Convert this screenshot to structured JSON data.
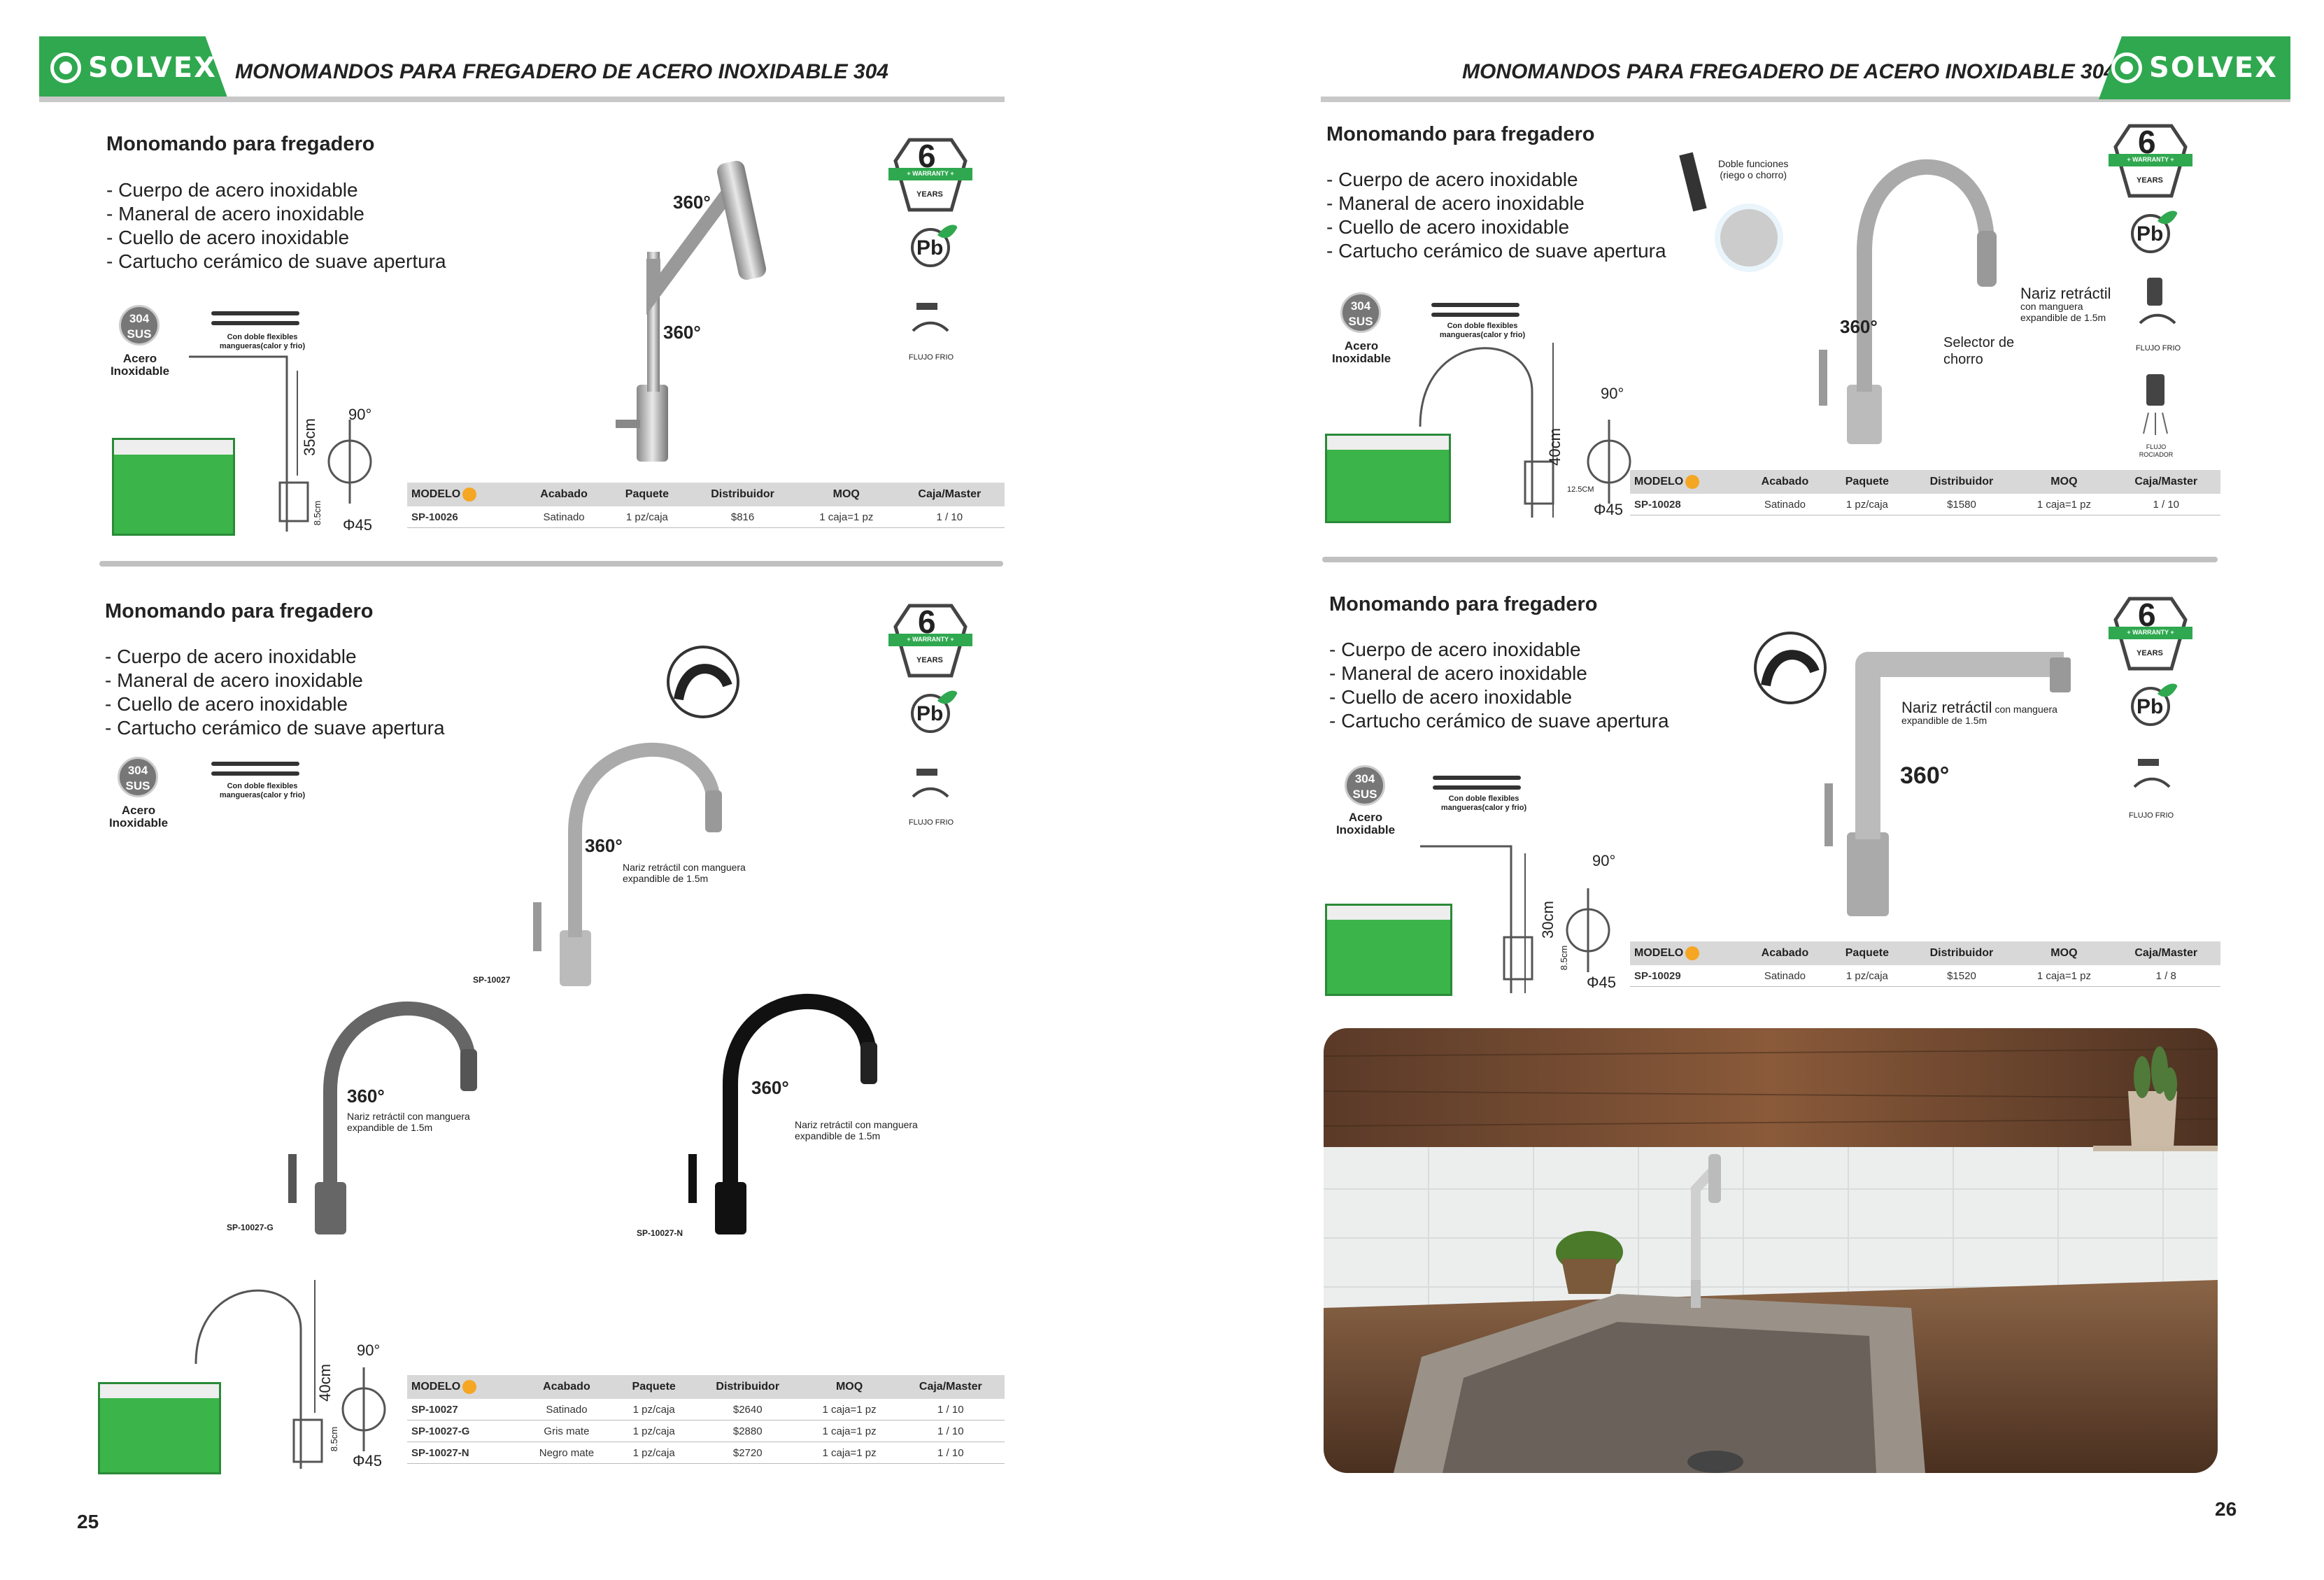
{
  "brand": "SOLVEX",
  "header_title": "MONOMANDOS PARA FREGADERO DE ACERO INOXIDABLE 304",
  "section_title": "Monomando para fregadero",
  "features": [
    "- Cuerpo de acero inoxidable",
    "- Maneral de acero inoxidable",
    "- Cuello de acero inoxidable",
    "- Cartucho cerámico de suave apertura"
  ],
  "badges": {
    "sus_top": "304",
    "sus_bottom": "SUS",
    "sus_label_1": "Acero",
    "sus_label_2": "Inoxidable",
    "hose_1": "Con doble flexibles",
    "hose_2": "mangueras(calor y frio)",
    "warranty_num": "6",
    "warranty_word": "+ WARRANTY +",
    "warranty_years": "YEARS",
    "pb": "Pb",
    "flujo": "FLUJO FRIO",
    "flujo_rociador_1": "FLUJO",
    "flujo_rociador_2": "ROCIADOR"
  },
  "labels": {
    "deg360": "360°",
    "deg90": "90°",
    "phi45": "Φ45",
    "d35": "35cm",
    "d40": "40cm",
    "d30": "30cm",
    "d85": "8.5cm",
    "d125": "12.5CM",
    "nariz": "Nariz retráctil con manguera",
    "expandible": "expandible de 1.5m",
    "nariz_big": "Nariz retráctil",
    "con_manguera": "con manguera",
    "doble_1": "Doble funciones",
    "doble_2": "(riego o chorro)",
    "selector_1": "Selector de",
    "selector_2": "chorro",
    "sp10027": "SP-10027",
    "sp10027g": "SP-10027-G",
    "sp10027n": "SP-10027-N"
  },
  "table_headers": [
    "MODELO",
    "Acabado",
    "Paquete",
    "Distribuidor",
    "MOQ",
    "Caja/Master"
  ],
  "tables": {
    "t26": [
      [
        "SP-10026",
        "Satinado",
        "1 pz/caja",
        "$816",
        "1 caja=1 pz",
        "1 / 10"
      ]
    ],
    "t27": [
      [
        "SP-10027",
        "Satinado",
        "1 pz/caja",
        "$2640",
        "1 caja=1 pz",
        "1 / 10"
      ],
      [
        "SP-10027-G",
        "Gris mate",
        "1 pz/caja",
        "$2880",
        "1 caja=1 pz",
        "1 / 10"
      ],
      [
        "SP-10027-N",
        "Negro mate",
        "1 pz/caja",
        "$2720",
        "1 caja=1 pz",
        "1 / 10"
      ]
    ],
    "t28": [
      [
        "SP-10028",
        "Satinado",
        "1 pz/caja",
        "$1580",
        "1 caja=1 pz",
        "1 / 10"
      ]
    ],
    "t29": [
      [
        "SP-10029",
        "Satinado",
        "1 pz/caja",
        "$1520",
        "1 caja=1 pz",
        "1 / 8"
      ]
    ]
  },
  "page_left": "25",
  "page_right": "26",
  "colors": {
    "brand_green": "#2fa84f",
    "header_line": "#c8c8c8"
  }
}
